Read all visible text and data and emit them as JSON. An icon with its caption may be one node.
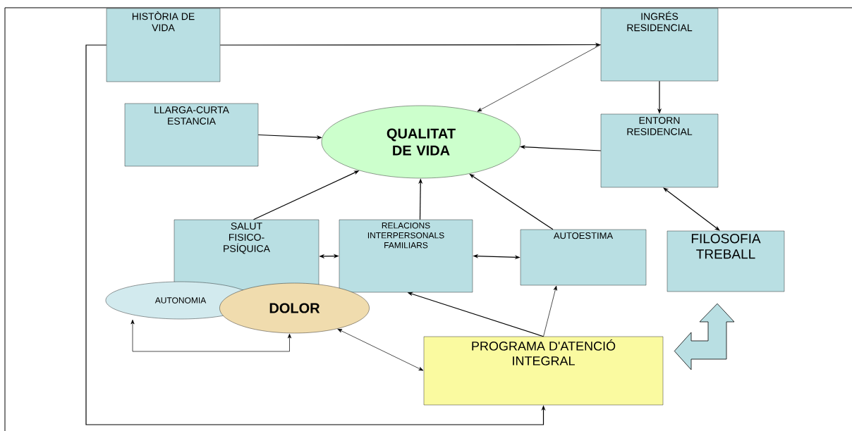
{
  "diagram": {
    "nodes": [
      {
        "text": [
          "HISTÒRIA DE VIDA"
        ]
      },
      {
        "text": [
          "INGRÉS RESIDENCIAL"
        ]
      },
      {
        "text": [
          "LLARGA-CURTA ESTANCIA"
        ]
      },
      {
        "text": [
          "QUALITAT DE VIDA"
        ]
      },
      {
        "text": [
          "ENTORN RESIDENCIAL"
        ]
      },
      {
        "text": [
          "SALUT FISICO- PSÍQUICA"
        ]
      },
      {
        "text": [
          "RELACIONS INTERPERSONALS FAMILIARS"
        ]
      },
      {
        "text": [
          "AUTOESTIMA"
        ]
      },
      {
        "text": [
          "FILOSOFIA TREBALL"
        ]
      },
      {
        "text": [
          "AUTONOMIA"
        ]
      },
      {
        "text": [
          "DOLOR"
        ]
      },
      {
        "text": [
          "PROGRAMA D'ATENCIÓ INTEGRAL"
        ]
      }
    ],
    "edges": [
      {
        "from": 0,
        "to": 1,
        "arrow": "to"
      },
      {
        "from": 0,
        "to": 11,
        "arrow": "to"
      },
      {
        "from": 1,
        "to": 3,
        "arrow": "to"
      },
      {
        "from": 1,
        "to": 4,
        "arrow": "to"
      },
      {
        "from": 2,
        "to": 3,
        "arrow": "to"
      },
      {
        "from": 4,
        "to": 3,
        "arrow": "to"
      },
      {
        "from": 5,
        "to": 3,
        "arrow": "to"
      },
      {
        "from": 6,
        "to": 3,
        "arrow": "to"
      },
      {
        "from": 7,
        "to": 3,
        "arrow": "to"
      },
      {
        "from": 8,
        "to": 4,
        "arrow": "both"
      },
      {
        "from": 5,
        "to": 6,
        "arrow": "both"
      },
      {
        "from": 6,
        "to": 7,
        "arrow": "both"
      },
      {
        "from": 10,
        "to": 11,
        "arrow": "both"
      },
      {
        "from": 11,
        "to": 6,
        "arrow": "to"
      },
      {
        "from": 11,
        "to": 7,
        "arrow": "to"
      },
      {
        "from": 9,
        "to": 10,
        "arrow": "both"
      },
      {
        "from": 11,
        "to": 8,
        "arrow": "both",
        "style": "thick",
        "color": "#b9dfe3"
      }
    ]
  }
}
